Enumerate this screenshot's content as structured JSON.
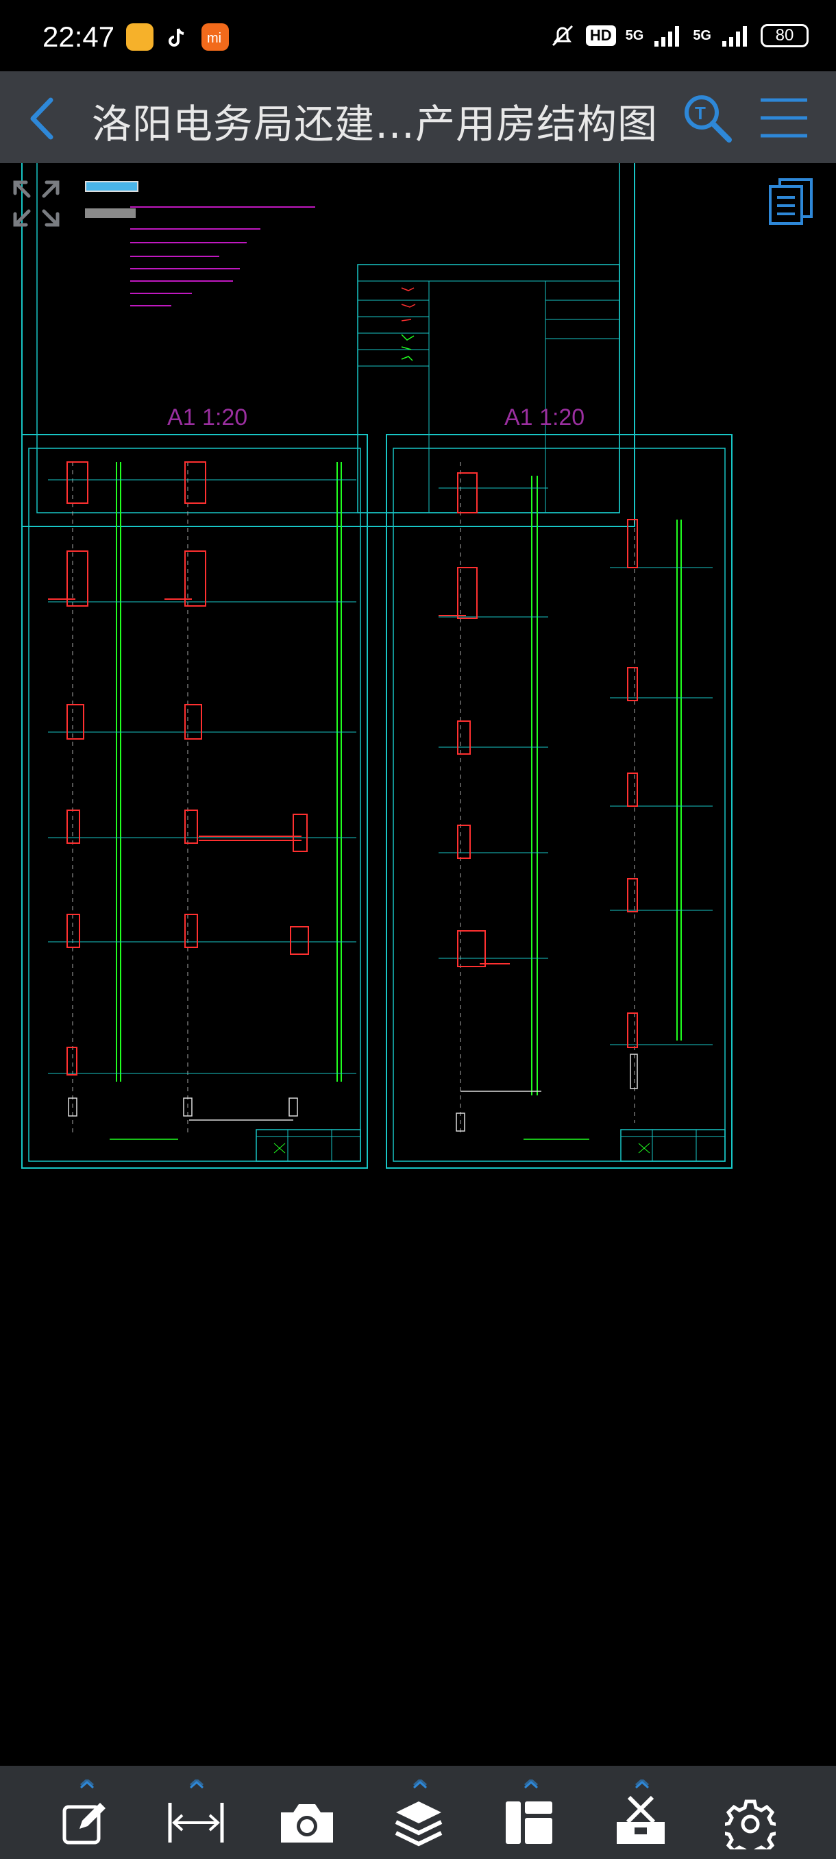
{
  "status_bar": {
    "time": "22:47",
    "battery": "80",
    "network_1": "5G",
    "network_2": "5G",
    "hd_badge": "HD"
  },
  "header": {
    "back_icon": "chevron-left-icon",
    "title": "洛阳电务局还建…产用房结构图",
    "search_icon": "search-icon",
    "menu_icon": "hamburger-menu-icon"
  },
  "drawing": {
    "scale_label_left": "A1   1:20",
    "scale_label_right": "A1   1:20",
    "colors": {
      "frame": "#18c6c6",
      "note_text": "#ff20ff",
      "rebar": "#ff3030",
      "dim": "#20ff20",
      "label": "#9b2fa0"
    }
  },
  "floating_tools": {
    "fullscreen_icon": "expand-arrows-icon",
    "sheets_icon": "sheets-list-icon"
  },
  "toolbar": {
    "items": [
      {
        "name": "edit-icon"
      },
      {
        "name": "measure-icon"
      },
      {
        "name": "camera-icon"
      },
      {
        "name": "layers-icon"
      },
      {
        "name": "layout-icon"
      },
      {
        "name": "toolbox-icon"
      },
      {
        "name": "settings-icon"
      }
    ]
  }
}
